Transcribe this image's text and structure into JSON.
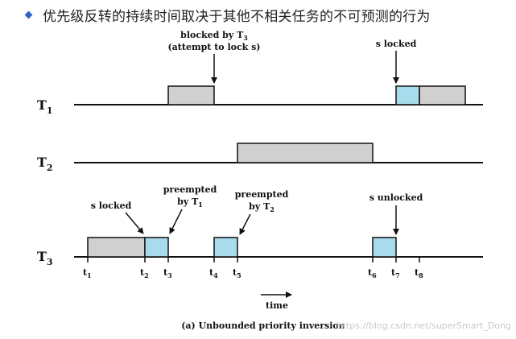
{
  "header": {
    "text": "优先级反转的持续时间取决于其他不相关任务的不可预测的行为",
    "bullet_color": "#2f66c8"
  },
  "diagram": {
    "rows": [
      {
        "label": "T",
        "sub": "1"
      },
      {
        "label": "T",
        "sub": "2"
      },
      {
        "label": "T",
        "sub": "3"
      }
    ],
    "annotations": {
      "blocked_line1": "blocked by T",
      "blocked_line1_sub": "3",
      "blocked_line2": "(attempt to lock s)",
      "s_locked_t1": "s locked",
      "s_locked_t3": "s locked",
      "preempted1_line1": "preempted",
      "preempted1_line2": "by T",
      "preempted1_sub": "1",
      "preempted2_line1": "preempted",
      "preempted2_line2": "by T",
      "preempted2_sub": "2",
      "s_unlocked": "s unlocked"
    },
    "ticks": [
      {
        "t": "t",
        "sub": "1"
      },
      {
        "t": "t",
        "sub": "2"
      },
      {
        "t": "t",
        "sub": "3"
      },
      {
        "t": "t",
        "sub": "4"
      },
      {
        "t": "t",
        "sub": "5"
      },
      {
        "t": "t",
        "sub": "6"
      },
      {
        "t": "t",
        "sub": "7"
      },
      {
        "t": "t",
        "sub": "8"
      }
    ],
    "time_label": "time",
    "caption": "(a) Unbounded priority inversion",
    "watermark": "https://blog.csdn.net/superSmart_Dong",
    "colors": {
      "gray_block": "#d0d0d0",
      "blue_block": "#a8dcec",
      "stroke": "#111111"
    }
  }
}
